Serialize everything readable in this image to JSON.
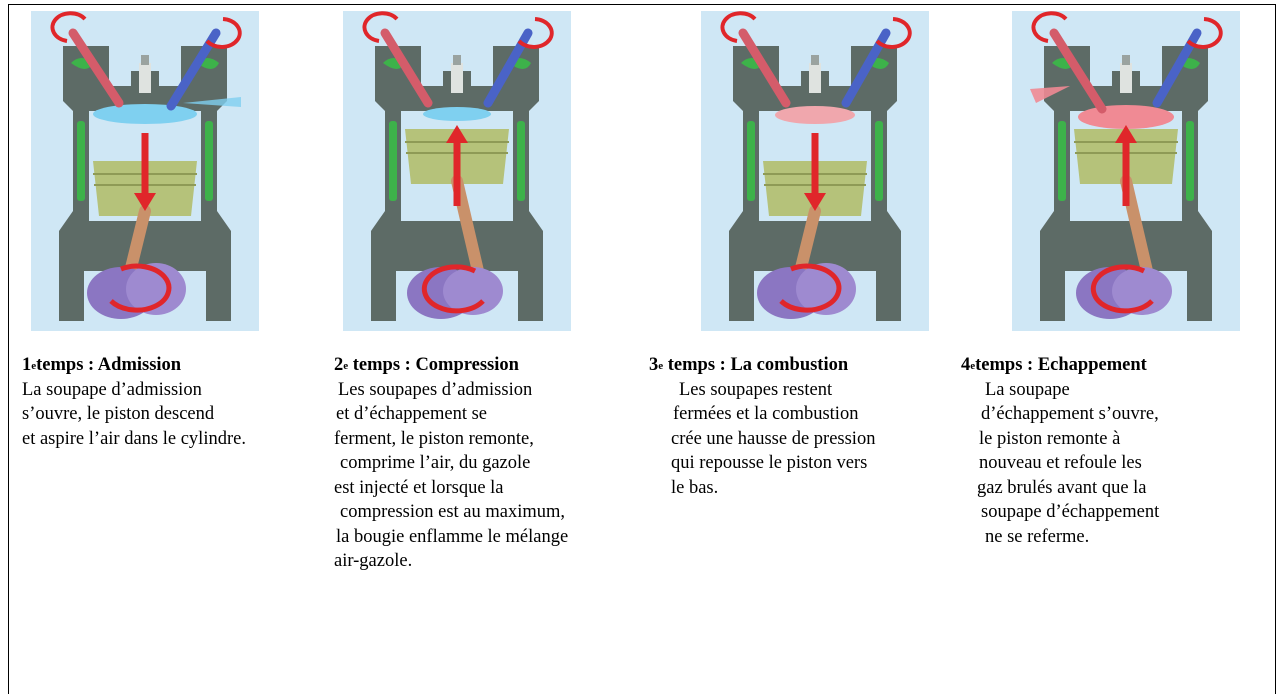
{
  "stages": [
    {
      "num": "1",
      "sup": "e",
      "title": "temps : Admission",
      "lines": [
        "La soupape d’admission",
        "s’ouvre, le piston descend",
        "et aspire l’air dans le cylindre."
      ]
    },
    {
      "num": "2",
      "sup": "e",
      "title": " temps : Compression",
      "lines": [
        " Les soupapes d’admission",
        " et d’échappement se",
        " ferment, le piston remonte,",
        " comprime l’air, du gazole",
        " est injecté et lorsque la",
        " compression est au maximum,",
        " la bougie enflamme le mélange",
        " air-gazole."
      ]
    },
    {
      "num": "3",
      "sup": "e",
      "title": " temps : La combustion",
      "lines": [
        " Les soupapes restent",
        " fermées et la combustion",
        " crée une hausse de pression",
        " qui repousse le piston vers",
        " le bas."
      ]
    },
    {
      "num": "4",
      "sup": "e",
      "title": "temps : Echappement",
      "lines": [
        " La soupape",
        " d’échappement s’ouvre,",
        " le piston remonte à",
        " nouveau et refoule les",
        " gaz brulés avant que la",
        " soupape d’échappement",
        " ne se referme."
      ]
    }
  ],
  "colors": {
    "background": "#cfe7f5",
    "block": "#5d6b66",
    "green": "#3db24a",
    "piston": "#b5c27a",
    "crank": "#8b76c2",
    "arrow": "#e0262a",
    "intake": "#4a63c7",
    "exhaust": "#d45c6a"
  }
}
